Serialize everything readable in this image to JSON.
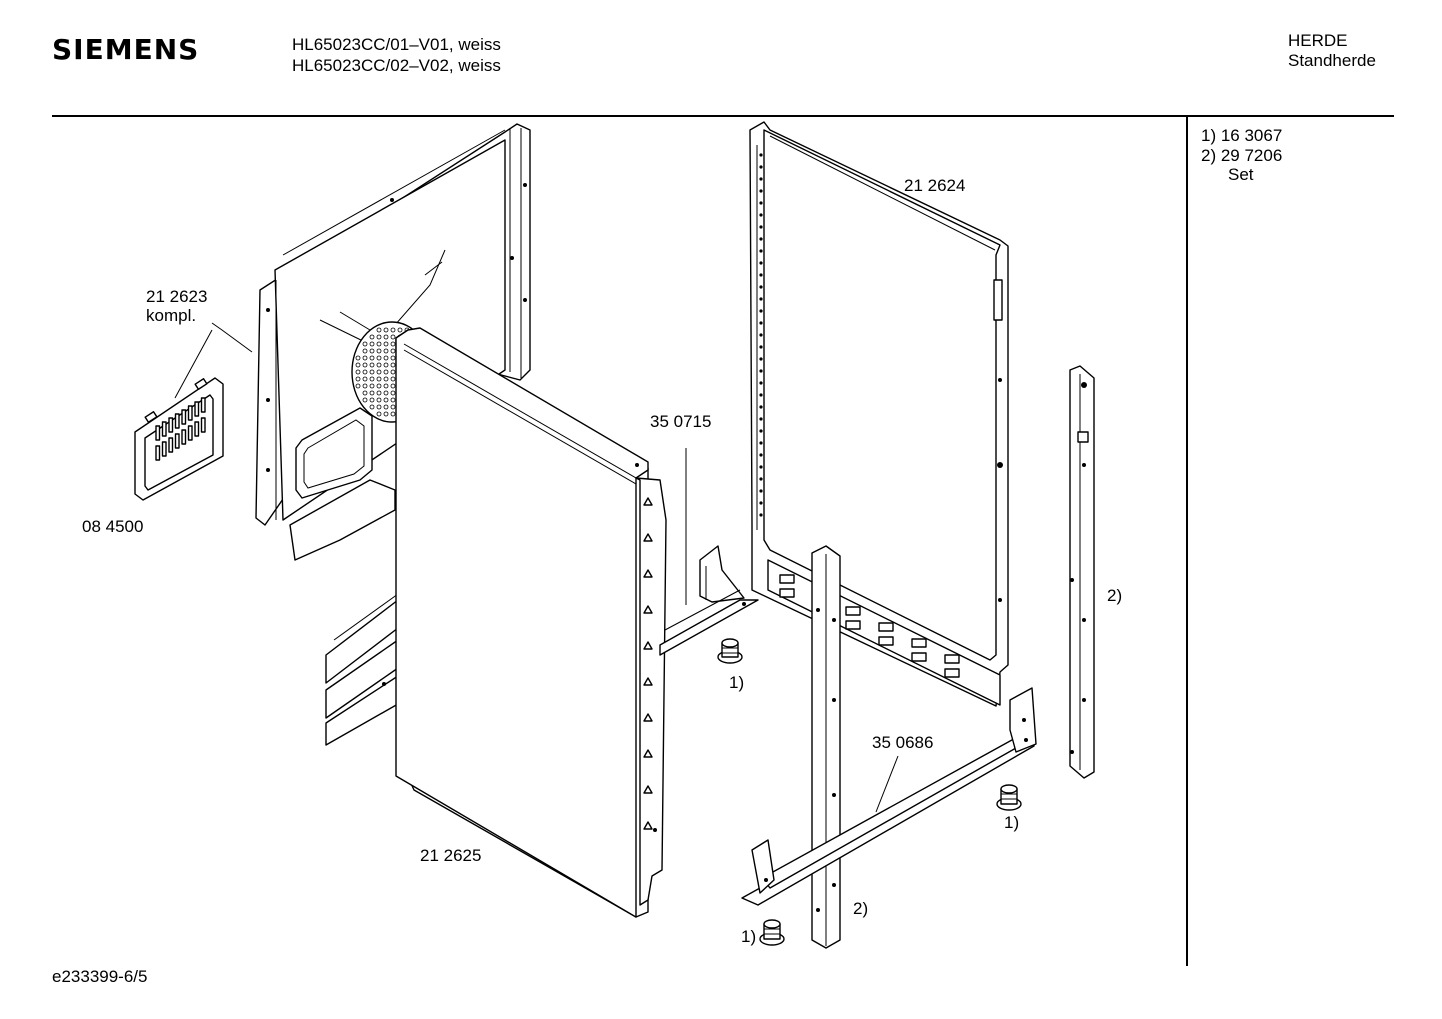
{
  "header": {
    "brand": "SIEMENS",
    "model_line_1": "HL65023CC/01–V01, weiss",
    "model_line_2": "HL65023CC/02–V02, weiss",
    "category": "HERDE",
    "subcategory": "Standherde"
  },
  "legend": {
    "item_1": "1)  16 3067",
    "item_2": "2)  29 7206",
    "item_2_note": "Set"
  },
  "labels": {
    "p_212623": "21 2623",
    "p_212623_note": "kompl.",
    "p_084500": "08 4500",
    "p_350715": "35 0715",
    "p_212624": "21 2624",
    "p_212625": "21 2625",
    "p_350686": "35 0686",
    "ref_2_right": "2)",
    "ref_1_center": "1)",
    "ref_1_right": "1)",
    "ref_2_bottom": "2)",
    "ref_1_bottom": "1)"
  },
  "footer": {
    "drawing_id": "e233399-6/5"
  }
}
